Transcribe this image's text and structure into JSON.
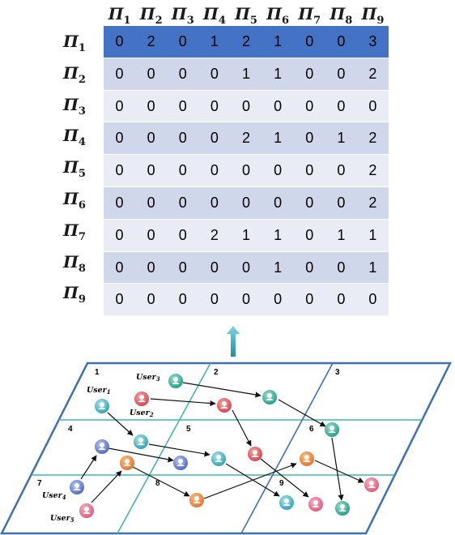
{
  "matrix": {
    "col_labels": [
      {
        "sym": "Π",
        "sub": "1"
      },
      {
        "sym": "Π",
        "sub": "2"
      },
      {
        "sym": "Π",
        "sub": "3"
      },
      {
        "sym": "Π",
        "sub": "4"
      },
      {
        "sym": "Π",
        "sub": "5"
      },
      {
        "sym": "Π",
        "sub": "6"
      },
      {
        "sym": "Π",
        "sub": "7"
      },
      {
        "sym": "Π",
        "sub": "8"
      },
      {
        "sym": "Π",
        "sub": "9"
      }
    ],
    "row_labels": [
      {
        "sym": "Π",
        "sub": "1"
      },
      {
        "sym": "Π",
        "sub": "2"
      },
      {
        "sym": "Π",
        "sub": "3"
      },
      {
        "sym": "Π",
        "sub": "4"
      },
      {
        "sym": "Π",
        "sub": "5"
      },
      {
        "sym": "Π",
        "sub": "6"
      },
      {
        "sym": "Π",
        "sub": "7"
      },
      {
        "sym": "Π",
        "sub": "8"
      },
      {
        "sym": "Π",
        "sub": "9"
      }
    ],
    "rows": [
      [
        "0",
        "2",
        "0",
        "1",
        "2",
        "1",
        "0",
        "0",
        "3"
      ],
      [
        "0",
        "0",
        "0",
        "0",
        "1",
        "1",
        "0",
        "0",
        "2"
      ],
      [
        "0",
        "0",
        "0",
        "0",
        "0",
        "0",
        "0",
        "0",
        "0"
      ],
      [
        "0",
        "0",
        "0",
        "0",
        "2",
        "1",
        "0",
        "1",
        "2"
      ],
      [
        "0",
        "0",
        "0",
        "0",
        "0",
        "0",
        "0",
        "0",
        "2"
      ],
      [
        "0",
        "0",
        "0",
        "0",
        "0",
        "0",
        "0",
        "0",
        "2"
      ],
      [
        "0",
        "0",
        "0",
        "2",
        "1",
        "1",
        "0",
        "1",
        "1"
      ],
      [
        "0",
        "0",
        "0",
        "0",
        "0",
        "1",
        "0",
        "0",
        "1"
      ],
      [
        "0",
        "0",
        "0",
        "0",
        "0",
        "0",
        "0",
        "0",
        "0"
      ]
    ]
  },
  "map": {
    "zone_numbers": [
      "1",
      "2",
      "3",
      "4",
      "5",
      "6",
      "7",
      "8",
      "9"
    ],
    "users": [
      {
        "name": "User",
        "sub": "1"
      },
      {
        "name": "User",
        "sub": "2"
      },
      {
        "name": "User",
        "sub": "3"
      },
      {
        "name": "User",
        "sub": "4"
      },
      {
        "name": "User",
        "sub": "5"
      }
    ]
  },
  "colors": {
    "header_row": "#4472c4",
    "row_dark": "#d0d7ea",
    "row_light": "#e9ecf5",
    "frame": "#3f6fb5",
    "grid": "#3fb8a8",
    "arrow_up": "#2aa0b5"
  }
}
